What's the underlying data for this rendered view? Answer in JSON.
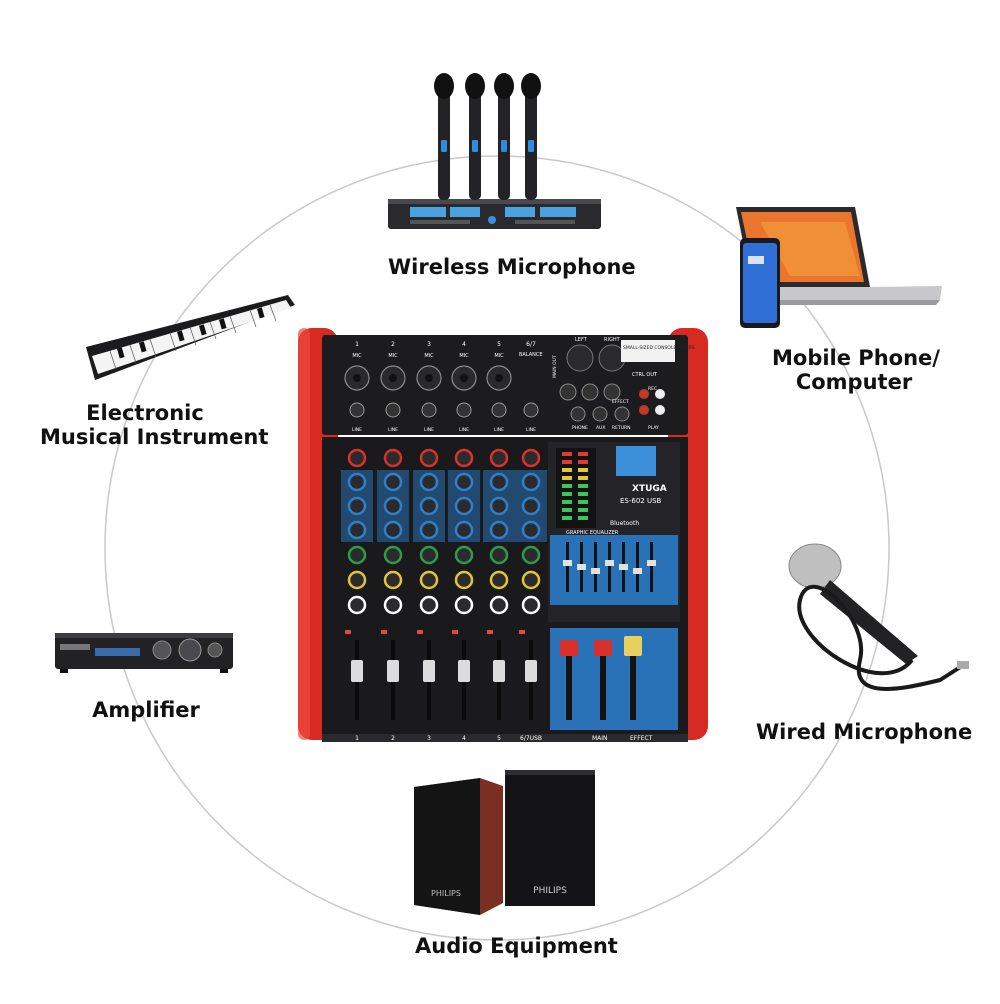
{
  "labels": {
    "wireless_microphone": "Wireless Microphone",
    "mobile_phone_line1": "Mobile Phone/",
    "mobile_phone_line2": "Computer",
    "electronic_line1": "Electronic",
    "electronic_line2": "Musical Instrument",
    "amplifier": "Amplifier",
    "wired_microphone": "Wired Microphone",
    "audio_equipment": "Audio Equipment"
  },
  "mixer": {
    "brand": "XTUGA",
    "model": "ES-602 USB",
    "bluetooth": "Bluetooth",
    "badge": "SMALL-SIZED CONSOLE MIXERS",
    "graphic_eq": "GRAPHIC EQUALIZER",
    "channels": [
      "1",
      "2",
      "3",
      "4",
      "5",
      "6/7"
    ],
    "channel_footer": [
      "1",
      "2",
      "3",
      "4",
      "5",
      "6/7USB"
    ],
    "main_label": "MAIN",
    "effect_label": "EFFECT",
    "mic_label": "MIC",
    "line_label": "LINE",
    "balance_label": "BALANCE",
    "main_out": "MAIN OUT",
    "left": "LEFT",
    "right": "RIGHT",
    "ctrl_out": "CTRL OUT",
    "phone": "PHONE",
    "aux": "AUX",
    "return": "RETURN",
    "play": "PLAY",
    "rec": "REC",
    "effect_jack": "EFFECT"
  },
  "speakers": {
    "brand": "PHILIPS"
  },
  "colors": {
    "mixer_red": "#d62a22",
    "panel_dark": "#1c1c1e",
    "eq_blue": "#2a72b8",
    "knob_blue": "#2f7fc9",
    "knob_red": "#d8302a",
    "knob_green": "#2e9a4a",
    "knob_yellow": "#e0c33b",
    "speaker_wood": "#7a2f22"
  }
}
